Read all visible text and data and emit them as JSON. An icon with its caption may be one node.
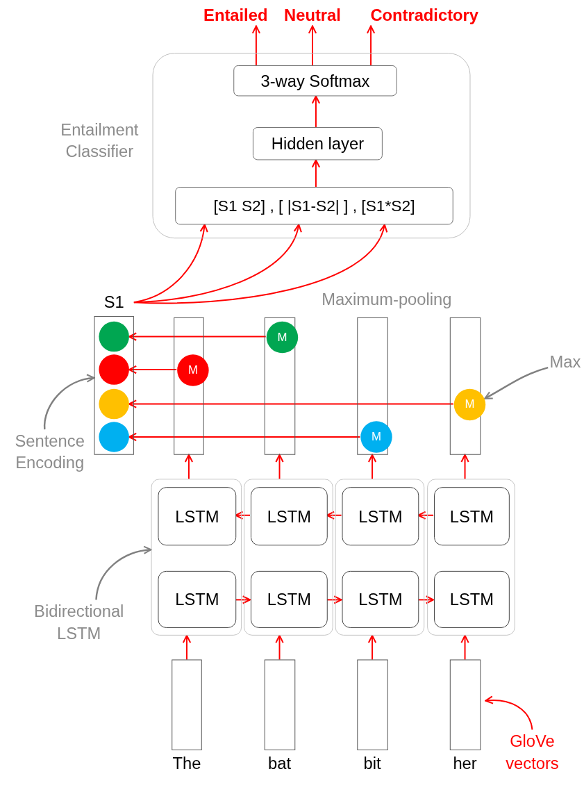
{
  "diagram": {
    "nodes": [
      {
        "text": [
          "Entailed"
        ]
      },
      {
        "text": [
          "Neutral"
        ]
      },
      {
        "text": [
          "Contradictory"
        ]
      },
      {
        "text": [
          "Entailment Classifier"
        ]
      },
      {
        "text": [
          "3-way Softmax"
        ],
        "in": 3
      },
      {
        "text": [
          "Hidden layer"
        ],
        "in": 3
      },
      {
        "text": [
          "[S1 S2] , [ |S1-S2| ] , [S1*S2]"
        ],
        "in": 3
      },
      {
        "text": [
          "S1"
        ]
      },
      {
        "text": [],
        "shape": "circle",
        "in": 7
      },
      {
        "text": [],
        "shape": "circle",
        "in": 7
      },
      {
        "text": [],
        "shape": "circle",
        "in": 7
      },
      {
        "text": [],
        "shape": "circle",
        "in": 7
      },
      {
        "text": [],
        "shape": "box"
      },
      {
        "text": [],
        "shape": "box"
      },
      {
        "text": [],
        "shape": "box"
      },
      {
        "text": [],
        "shape": "box"
      },
      {
        "text": [
          "M"
        ],
        "in": 13
      },
      {
        "text": [
          "M"
        ],
        "in": 12
      },
      {
        "text": [
          "M"
        ],
        "in": 15
      },
      {
        "text": [
          "M"
        ],
        "in": 14
      },
      {
        "text": [],
        "shape": "box"
      },
      {
        "text": [
          "LSTM"
        ],
        "in": 20
      },
      {
        "text": [
          "LSTM"
        ],
        "in": 20
      },
      {
        "text": [],
        "shape": "box"
      },
      {
        "text": [
          "LSTM"
        ],
        "in": 23
      },
      {
        "text": [
          "LSTM"
        ],
        "in": 23
      },
      {
        "text": [],
        "shape": "box"
      },
      {
        "text": [
          "LSTM"
        ],
        "in": 26
      },
      {
        "text": [
          "LSTM"
        ],
        "in": 26
      },
      {
        "text": [],
        "shape": "box"
      },
      {
        "text": [
          "LSTM"
        ],
        "in": 29
      },
      {
        "text": [
          "LSTM"
        ],
        "in": 29
      },
      {
        "text": [],
        "shape": "box",
        "beside": [
          "The"
        ]
      },
      {
        "text": [],
        "shape": "box",
        "beside": [
          "bat"
        ]
      },
      {
        "text": [],
        "shape": "box",
        "beside": [
          "bit"
        ]
      },
      {
        "text": [],
        "shape": "box",
        "beside": [
          "her"
        ]
      },
      {
        "text": [
          "Max"
        ]
      },
      {
        "text": [
          "Sentence Encoding"
        ]
      },
      {
        "text": [
          "Bidirectional LSTM"
        ]
      },
      {
        "text": [
          "GloVe vectors"
        ]
      }
    ],
    "edges": [
      {
        "from": 4,
        "to": 0,
        "arrow": "to"
      },
      {
        "from": 4,
        "to": 1,
        "arrow": "to"
      },
      {
        "from": 4,
        "to": 2,
        "arrow": "to"
      },
      {
        "from": 5,
        "to": 4,
        "arrow": "to"
      },
      {
        "from": 6,
        "to": 5,
        "arrow": "to"
      },
      {
        "from": 7,
        "to": 6,
        "arrow": "to"
      },
      {
        "from": 7,
        "to": 6,
        "arrow": "to"
      },
      {
        "from": 7,
        "to": 6,
        "arrow": "to"
      },
      {
        "from": 16,
        "to": 8,
        "arrow": "to"
      },
      {
        "from": 17,
        "to": 9,
        "arrow": "to"
      },
      {
        "from": 18,
        "to": 10,
        "arrow": "to"
      },
      {
        "from": 19,
        "to": 11,
        "arrow": "to"
      },
      {
        "from": 20,
        "to": 12,
        "arrow": "to"
      },
      {
        "from": 23,
        "to": 13,
        "arrow": "to"
      },
      {
        "from": 26,
        "to": 14,
        "arrow": "to"
      },
      {
        "from": 29,
        "to": 15,
        "arrow": "to"
      },
      {
        "from": 30,
        "to": 27,
        "arrow": "to"
      },
      {
        "from": 27,
        "to": 24,
        "arrow": "to"
      },
      {
        "from": 24,
        "to": 21,
        "arrow": "to"
      },
      {
        "from": 22,
        "to": 25,
        "arrow": "to"
      },
      {
        "from": 25,
        "to": 28,
        "arrow": "to"
      },
      {
        "from": 28,
        "to": 31,
        "arrow": "to"
      },
      {
        "from": 32,
        "to": 20,
        "arrow": "to"
      },
      {
        "from": 33,
        "to": 23,
        "arrow": "to"
      },
      {
        "from": 34,
        "to": 26,
        "arrow": "to"
      },
      {
        "from": 35,
        "to": 29,
        "arrow": "to"
      },
      {
        "from": 36,
        "to": 18,
        "arrow": "to",
        "color": "#808080"
      },
      {
        "from": 37,
        "to": 7,
        "arrow": "to",
        "color": "#808080"
      },
      {
        "from": 38,
        "to": 20,
        "arrow": "to",
        "color": "#808080"
      },
      {
        "from": 39,
        "to": 35,
        "arrow": "to"
      }
    ],
    "labels": [
      "Maximum-pooling"
    ]
  }
}
